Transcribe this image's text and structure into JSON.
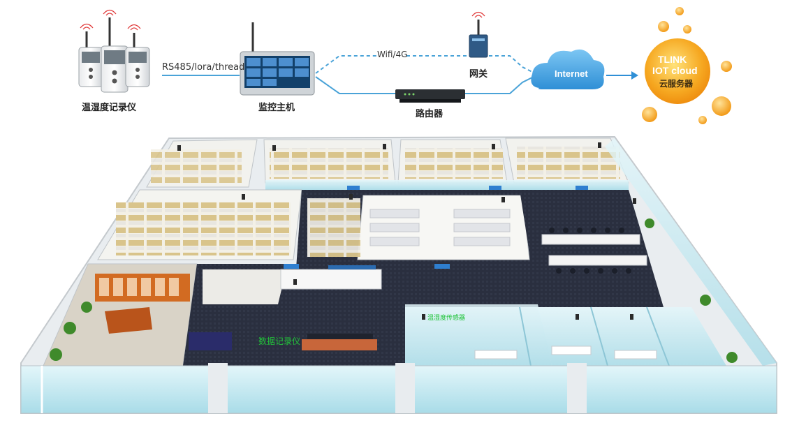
{
  "topology": {
    "logger_label": "温湿度记录仪",
    "link_label": "RS485/lora/thread",
    "host_label": "监控主机",
    "wifi_label": "Wifi/4G",
    "gateway_label": "网关",
    "router_label": "路由器",
    "internet_label": "Internet",
    "cloud_line1": "TLINK",
    "cloud_line2": "IOT cloud",
    "cloud_line3": "云服务器"
  },
  "floorplan": {
    "data_logger_label": "数据记录仪",
    "sensor_label": "温湿度传感器"
  },
  "colors": {
    "link_line": "#4aa3d8",
    "cloud_blue": "#3b9ee0",
    "sun_orange": "#f5a623",
    "floor_dark": "#2a2f3f",
    "glass": "#bfe6ef",
    "label_green": "#22c43a"
  },
  "icons": [
    "antenna-icon",
    "arrow-right-icon"
  ]
}
